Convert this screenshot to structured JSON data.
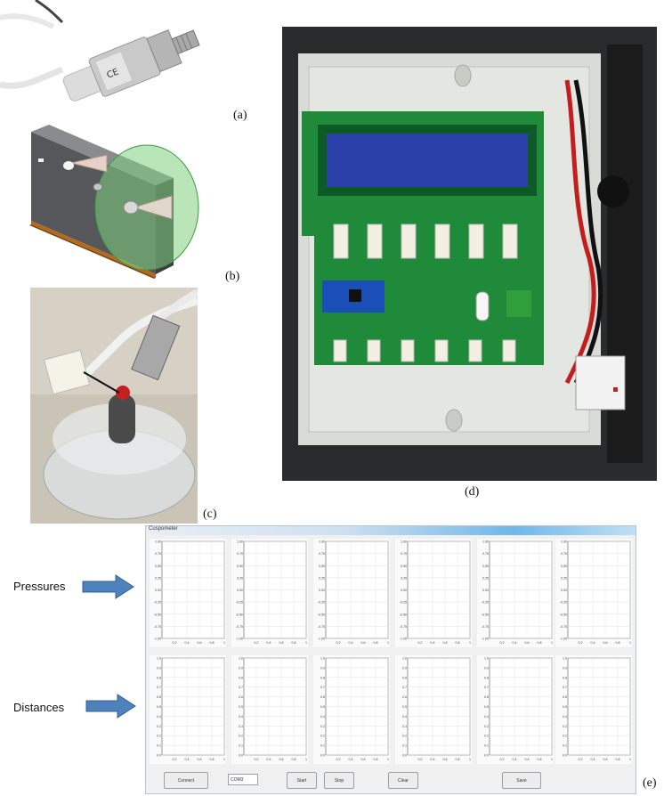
{
  "panels": {
    "a": "(a)",
    "b": "(b)",
    "c": "(c)",
    "d": "(d)",
    "e": "(e)"
  },
  "side_labels": {
    "pressures": "Pressures",
    "distances": "Distances"
  },
  "colors": {
    "arrow": "#4f81bd",
    "pcb_green": "#1f8a3a",
    "lcd_blue": "#2b3fa8",
    "enclosure_grey": "#d9dbd6"
  },
  "gui": {
    "window_title": "Cuspometer",
    "pressure_ticks": [
      "1.00",
      "0.75",
      "0.50",
      "0.25",
      "0.00",
      "-0.25",
      "-0.50",
      "-0.75",
      "-1.00"
    ],
    "distance_ticks": [
      "1.0",
      "0.9",
      "0.8",
      "0.7",
      "0.6",
      "0.5",
      "0.4",
      "0.3",
      "0.2",
      "0.1",
      "0.0"
    ],
    "x_ticks": [
      "0.2",
      "0.4",
      "0.6",
      "0.8",
      "1"
    ],
    "buttons": {
      "connect": "Connect",
      "start": "Start",
      "stop": "Stop",
      "clear": "Clear",
      "save": "Save"
    },
    "port_select_value": "COM3"
  }
}
